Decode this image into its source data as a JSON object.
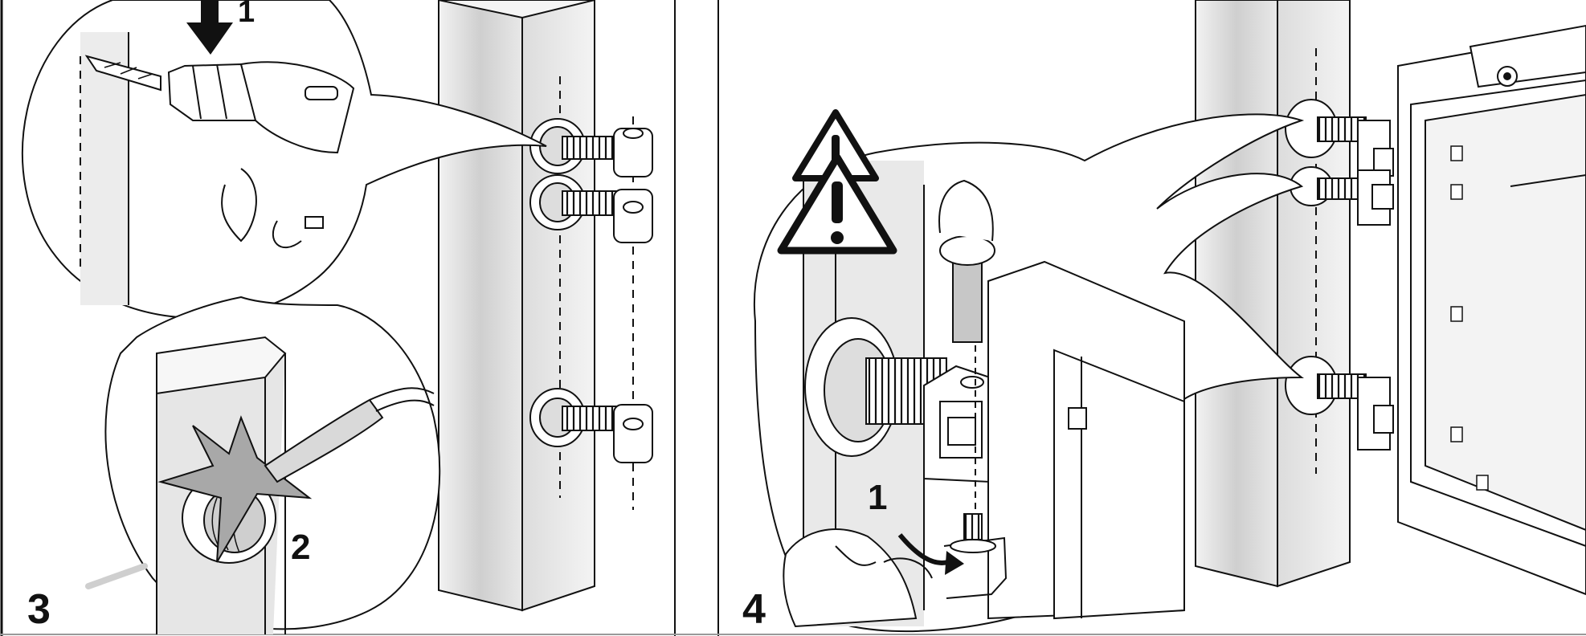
{
  "panels": [
    {
      "step_label": "3",
      "callout_labels": [
        "1",
        "2"
      ]
    },
    {
      "step_label": "4",
      "callout_labels": [
        "1"
      ]
    }
  ],
  "colors": {
    "line": "#111111",
    "post_light": "#e6e6e6",
    "post_mid": "#c9c9c9",
    "post_dark": "#b5b5b5",
    "background": "#ffffff",
    "warning_fill": "#ffffff"
  },
  "icons": [
    "drill-icon",
    "welding-torch-icon",
    "warning-triangle-icon",
    "hinge-bolt-icon",
    "gate-frame-icon",
    "pin-icon"
  ]
}
